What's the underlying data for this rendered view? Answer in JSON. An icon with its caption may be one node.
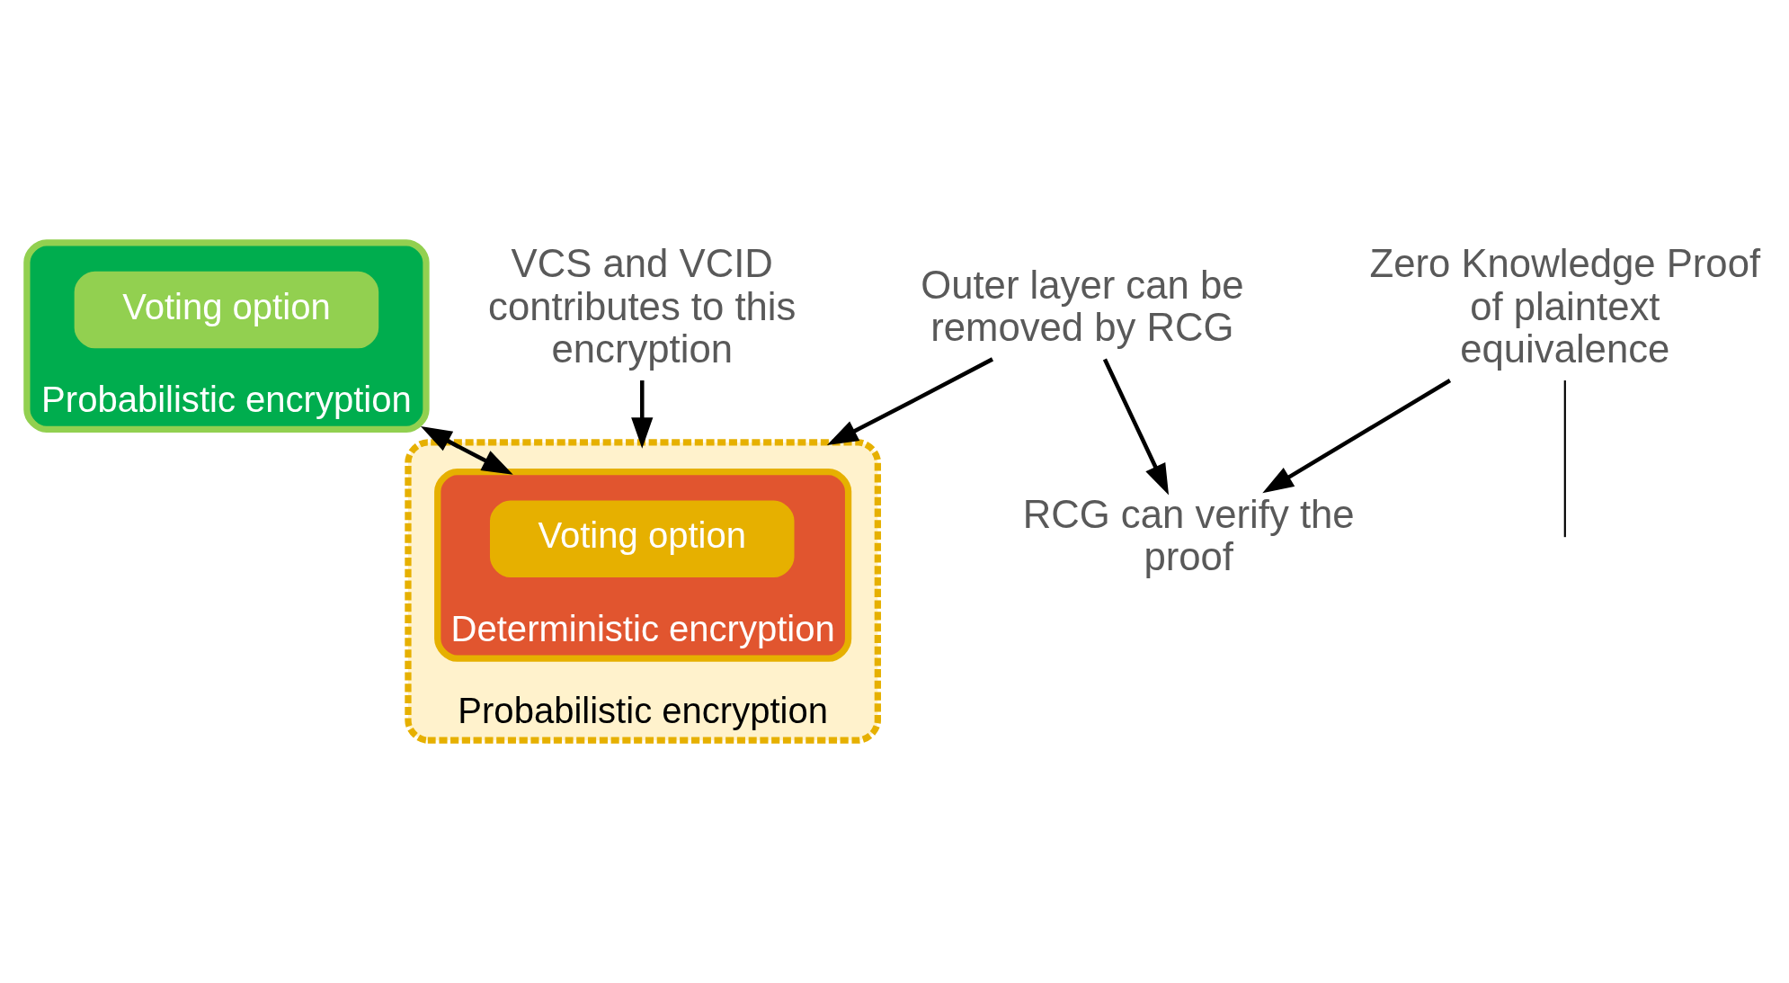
{
  "diagram": {
    "nodes": [
      {
        "text": [
          "Probabilistic encryption"
        ]
      },
      {
        "text": [
          "Voting option"
        ],
        "in": 0
      },
      {
        "text": [
          "Probabilistic encryption"
        ]
      },
      {
        "text": [
          "Deterministic encryption"
        ],
        "in": 2
      },
      {
        "text": [
          "Voting option"
        ],
        "in": 3
      },
      {
        "text": [
          "VCS and VCID contributes to this encryption"
        ]
      },
      {
        "text": [
          "Zero Knowledge Proof of plaintext equivalence"
        ]
      },
      {
        "text": [
          "RCG can verify the proof"
        ]
      },
      {
        "text": [
          "Outer layer can be removed by RCG"
        ]
      }
    ],
    "edges": [
      {
        "from": 0,
        "to": 3,
        "arrow": "both"
      },
      {
        "from": 5,
        "to": 2,
        "arrow": "to"
      },
      {
        "from": 6,
        "to": null,
        "arrow": "none"
      },
      {
        "from": 6,
        "to": 7,
        "arrow": "to"
      },
      {
        "from": 8,
        "to": 2,
        "arrow": "to"
      },
      {
        "from": 8,
        "to": 7,
        "arrow": "to"
      }
    ]
  }
}
